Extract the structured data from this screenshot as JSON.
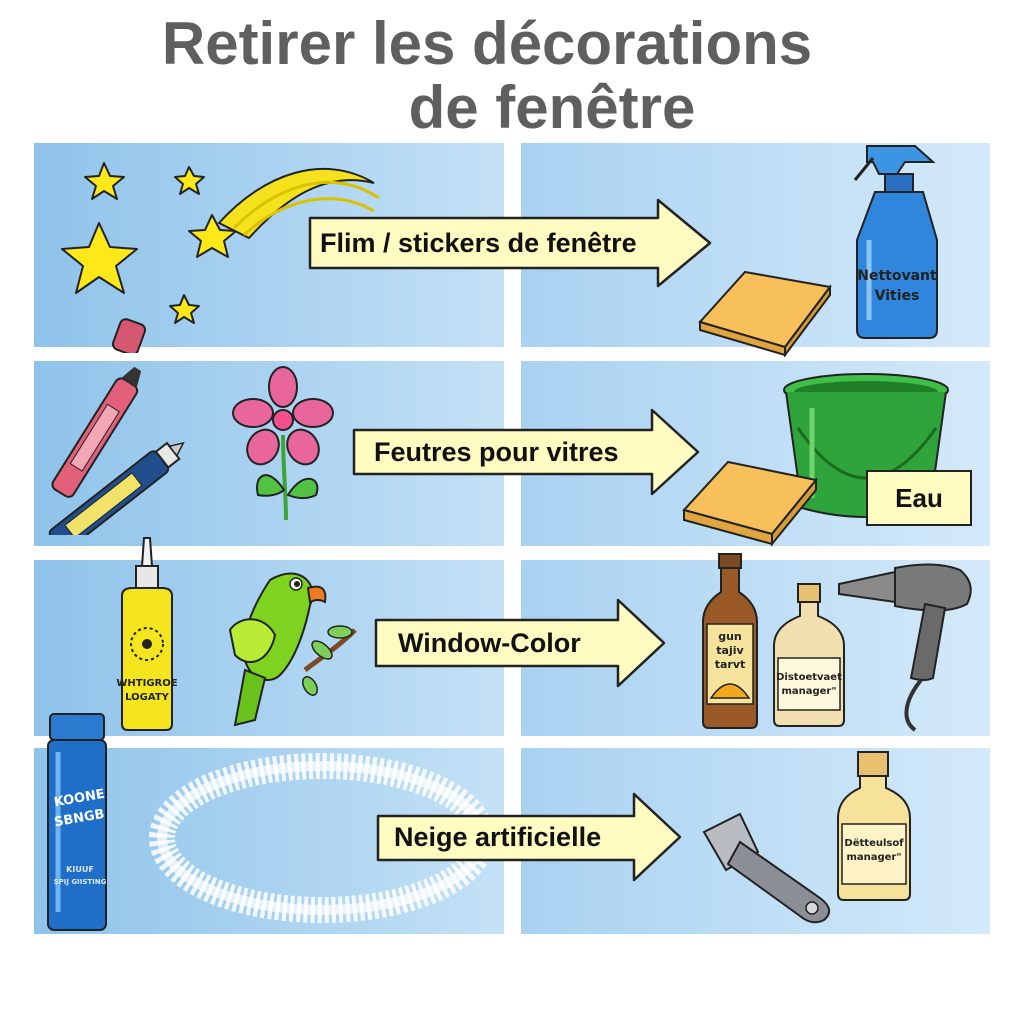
{
  "title": {
    "line1": "Retirer les décorations",
    "line2": "de fenêtre"
  },
  "rows": [
    {
      "label": "Flim / stickers de fenêtre",
      "left_icons": [
        "star-icon",
        "shooting-star-icon",
        "eraser-icon"
      ],
      "right_icons": [
        "sponge-icon",
        "spray-bottle-icon"
      ],
      "spray_label_1": "Nettovant",
      "spray_label_2": "Vities"
    },
    {
      "label": "Feutres pour vitres",
      "left_icons": [
        "marker-pen-icon",
        "flower-icon"
      ],
      "right_icons": [
        "sponge-icon",
        "bucket-icon"
      ],
      "bucket_label": "Eau"
    },
    {
      "label": "Window-Color",
      "left_icons": [
        "paint-bottle-icon",
        "parrot-icon"
      ],
      "right_icons": [
        "brown-bottle-icon",
        "solvent-bottle-icon",
        "hair-dryer-icon"
      ],
      "paint_label_1": "WHTIGROE",
      "paint_label_2": "LOGATY",
      "brown_label_1": "gun",
      "brown_label_2": "tajiv",
      "brown_label_3": "tarvt",
      "solvent_label_1": "Distoetvaet",
      "solvent_label_2": "manager\""
    },
    {
      "label": "Neige artificielle",
      "left_icons": [
        "snow-spray-can-icon",
        "snow-wreath-icon"
      ],
      "right_icons": [
        "scraper-icon",
        "solvent-bottle-icon"
      ],
      "can_label_1": "KOONE",
      "can_label_2": "SBNGB",
      "can_label_3": "KIUUF",
      "can_label_4": "SPIJ GIISTING",
      "solvent_label_1": "Dëtteulsof",
      "solvent_label_2": "manager\""
    }
  ],
  "colors": {
    "panel_blue": "#8fc3ea",
    "arrow_fill": "#fffbc1",
    "title_gray": "#5f5f5f",
    "bucket_green": "#2ea43a",
    "sponge_orange": "#f7c05a",
    "spray_blue": "#2f86dc"
  }
}
